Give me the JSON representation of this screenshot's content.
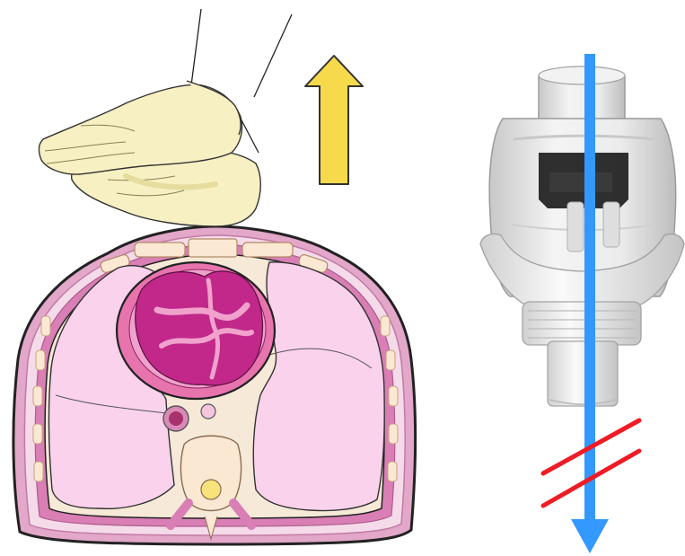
{
  "figure": {
    "panels": [
      {
        "id": "left",
        "subject": "hands-on-chest",
        "parts": [
          "gloved-hands",
          "chest-cross-section",
          "upward-arrow"
        ]
      },
      {
        "id": "right",
        "subject": "valve-device",
        "parts": [
          "valve-device",
          "flow-arrow",
          "blocked-mark"
        ]
      }
    ],
    "arrows": {
      "recoil": {
        "direction": "up",
        "color": "#f7d94c",
        "outline": "#333333"
      },
      "flow": {
        "direction": "down",
        "color": "#3399ff"
      }
    },
    "blocked_mark": {
      "lines": 2,
      "color": "#ee1c25"
    },
    "colors": {
      "heart_outer": "#e874ae",
      "heart_inner": "#c1288a",
      "lung": "#fad2ec",
      "chest_wall": "#e2a7c9",
      "muscle": "#d97fb5",
      "bone": "#fbe8d2",
      "glove": "#f7f0c2",
      "glove_shadow": "#e6dc9e",
      "device_body": "#e8e8e8",
      "device_dark": "#1a1a1a"
    }
  }
}
